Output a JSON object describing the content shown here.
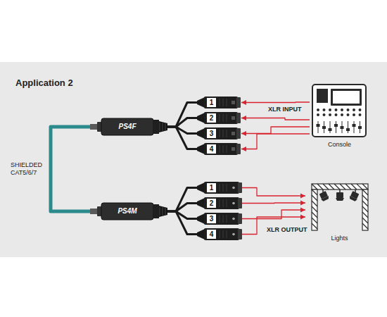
{
  "diagram": {
    "title": "Application 2",
    "nodes": [
      {
        "text": [
          "PS4F"
        ]
      },
      {
        "text": [
          "1"
        ]
      },
      {
        "text": [
          "2"
        ]
      },
      {
        "text": [
          "3"
        ]
      },
      {
        "text": [
          "4"
        ]
      },
      {
        "text": [
          "Console"
        ]
      },
      {
        "text": [
          "PS4M"
        ]
      },
      {
        "text": [
          "1"
        ]
      },
      {
        "text": [
          "2"
        ]
      },
      {
        "text": [
          "3"
        ]
      },
      {
        "text": [
          "4"
        ]
      },
      {
        "text": [
          "Lights"
        ]
      }
    ],
    "edges": [
      {
        "from": 0,
        "to": 6,
        "arrow": "none"
      },
      {
        "from": 0,
        "to": 1,
        "arrow": "none"
      },
      {
        "from": 0,
        "to": 2,
        "arrow": "none"
      },
      {
        "from": 0,
        "to": 3,
        "arrow": "none"
      },
      {
        "from": 0,
        "to": 4,
        "arrow": "none"
      },
      {
        "from": 6,
        "to": 7,
        "arrow": "none"
      },
      {
        "from": 6,
        "to": 8,
        "arrow": "none"
      },
      {
        "from": 6,
        "to": 9,
        "arrow": "none"
      },
      {
        "from": 6,
        "to": 10,
        "arrow": "none"
      },
      {
        "from": 5,
        "to": 1,
        "arrow": "to"
      },
      {
        "from": 5,
        "to": 2,
        "arrow": "to"
      },
      {
        "from": 5,
        "to": 3,
        "arrow": "to"
      },
      {
        "from": 5,
        "to": 4,
        "arrow": "to"
      },
      {
        "from": 7,
        "to": 11,
        "arrow": "to"
      },
      {
        "from": 8,
        "to": 11,
        "arrow": "to"
      },
      {
        "from": 9,
        "to": 11,
        "arrow": "to"
      },
      {
        "from": 10,
        "to": 11,
        "arrow": "to"
      }
    ],
    "labels": [
      "SHIELDED CAT5/6/7",
      "XLR INPUT",
      "XLR OUTPUT"
    ]
  }
}
